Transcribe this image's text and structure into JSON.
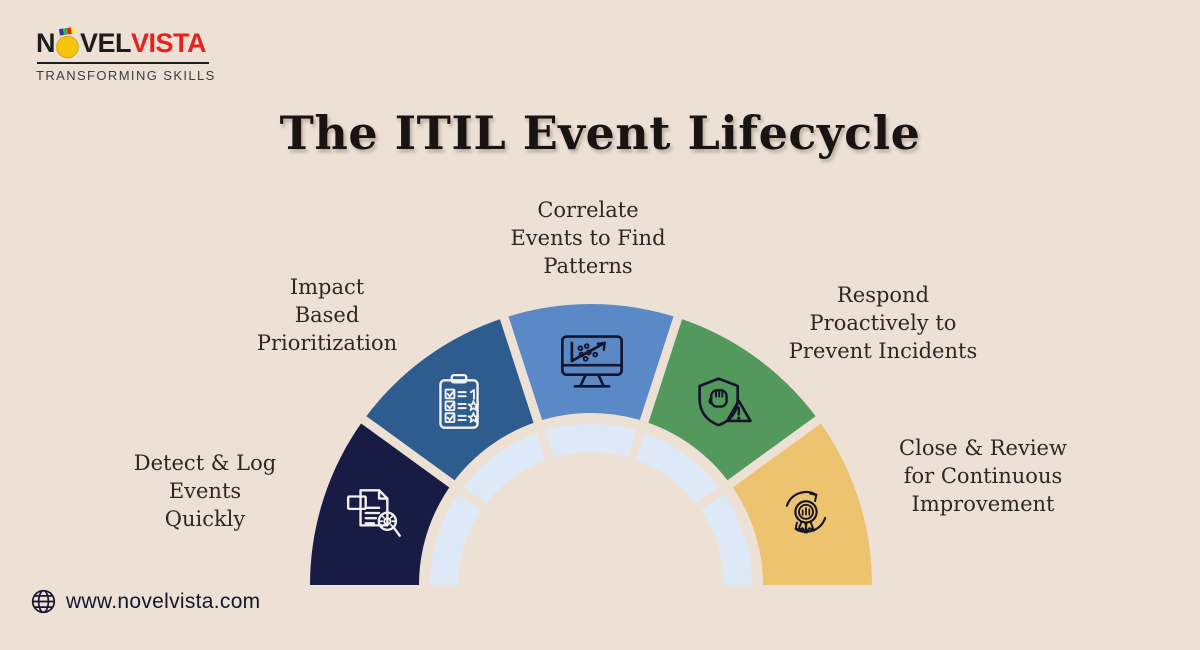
{
  "brand": {
    "name_part1": "N",
    "name_part2": "VEL",
    "name_part3": "VISTA",
    "tagline": "TRANSFORMING SKILLS",
    "name_color_dark": "#1d1d1b",
    "name_color_red": "#e8221e",
    "medal_color": "#f6c50b"
  },
  "title": "The ITIL Event Lifecycle",
  "diagram": {
    "type": "semicircle-process-lifecycle",
    "background_color": "#ede1d6",
    "inner_ring_color": "#dde9f6",
    "steps": [
      {
        "label": "Detect & Log\nEvents\nQuickly",
        "color": "#181b44",
        "icon": "document-search-icon"
      },
      {
        "label": "Impact\nBased\nPrioritization",
        "color": "#2e5c8f",
        "icon": "checklist-priority-icon"
      },
      {
        "label": "Correlate\nEvents to Find\nPatterns",
        "color": "#5b88c6",
        "icon": "monitor-trend-icon"
      },
      {
        "label": "Respond\nProactively to\nPrevent Incidents",
        "color": "#53995e",
        "icon": "shield-alert-icon"
      },
      {
        "label": "Close & Review\nfor Continuous\nImprovement",
        "color": "#edc370",
        "icon": "award-cycle-icon"
      }
    ]
  },
  "footer": {
    "website": "www.novelvista.com",
    "icon": "globe-icon"
  }
}
